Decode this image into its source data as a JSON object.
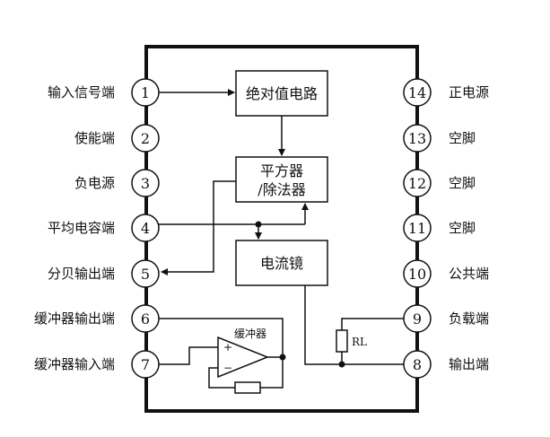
{
  "pins_left": [
    {
      "num": "1",
      "label": "输入信号端"
    },
    {
      "num": "2",
      "label": "使能端"
    },
    {
      "num": "3",
      "label": "负电源"
    },
    {
      "num": "4",
      "label": "平均电容端"
    },
    {
      "num": "5",
      "label": "分贝输出端"
    },
    {
      "num": "6",
      "label": "缓冲器输出端"
    },
    {
      "num": "7",
      "label": "缓冲器输入端"
    }
  ],
  "pins_right": [
    {
      "num": "14",
      "label": "正电源"
    },
    {
      "num": "13",
      "label": "空脚"
    },
    {
      "num": "12",
      "label": "空脚"
    },
    {
      "num": "11",
      "label": "空脚"
    },
    {
      "num": "10",
      "label": "公共端"
    },
    {
      "num": "9",
      "label": "负载端"
    },
    {
      "num": "8",
      "label": "输出端"
    }
  ],
  "blocks": {
    "abs": "绝对值电路",
    "square_line1": "平方器",
    "square_line2": "/除法器",
    "mirror": "电流镜",
    "buffer": "缓冲器",
    "rl": "RL",
    "plus": "+",
    "minus": "−"
  }
}
